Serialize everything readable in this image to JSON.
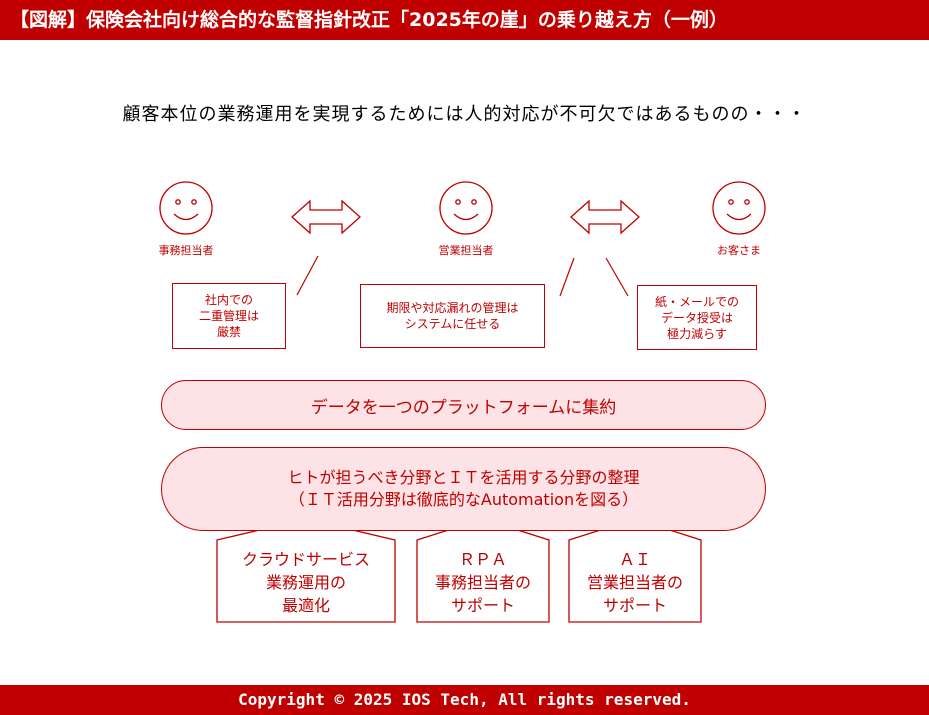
{
  "header": {
    "title": "【図解】保険会社向け総合的な監督指針改正「2025年の崖」の乗り越え方（一例）"
  },
  "subtitle": "顧客本位の業務運用を実現するためには人的対応が不可欠ではあるものの・・・",
  "roles": {
    "left": "事務担当者",
    "center": "営業担当者",
    "right": "お客さま"
  },
  "notes": {
    "left": "社内での\n二重管理は\n厳禁",
    "center": "期限や対応漏れの管理は\nシステムに任せる",
    "right": "紙・メールでの\nデータ授受は\n極力減らす"
  },
  "platform": "データを一つのプラットフォームに集約",
  "division": "ヒトが担うべき分野とＩＴを活用する分野の整理\n（ＩＴ活用分野は徹底的なAutomationを図る）",
  "pillars": [
    "クラウドサービス\n業務運用の\n最適化",
    "ＲＰＡ\n事務担当者の\nサポート",
    "ＡＩ\n営業担当者の\nサポート"
  ],
  "footer": {
    "copyright": "Copyright © 2025 IOS Tech, All rights reserved."
  },
  "colors": {
    "brand": "#c00000",
    "pill_fill": "#fde3e5"
  },
  "icons": [
    "smiley-face-icon",
    "double-arrow-icon"
  ]
}
